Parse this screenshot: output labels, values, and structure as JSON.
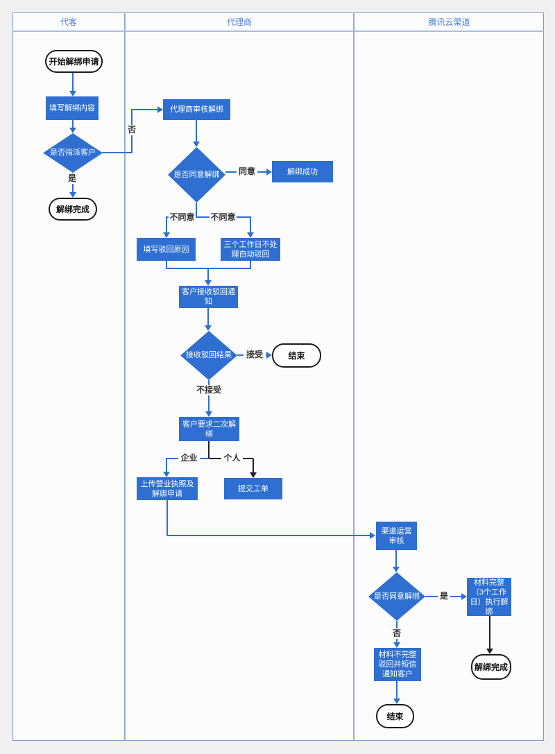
{
  "lanes": [
    {
      "label": "代客"
    },
    {
      "label": "代理商"
    },
    {
      "label": "腾讯云渠道"
    }
  ],
  "nodes": {
    "start": {
      "label": "开始解绑申请",
      "type": "terminator"
    },
    "fill_unbind": {
      "label": "填写解绑内容",
      "type": "process"
    },
    "assign_customer": {
      "label": "是否指派客户",
      "type": "decision"
    },
    "unbind_done1": {
      "label": "解绑完成",
      "type": "terminator"
    },
    "agent_review": {
      "label": "代理商审核解绑",
      "type": "process"
    },
    "agree_unbind1": {
      "label": "是否同意解绑",
      "type": "decision"
    },
    "unbind_success": {
      "label": "解绑成功",
      "type": "process"
    },
    "fill_reject": {
      "label": "填写驳回原因",
      "type": "process"
    },
    "auto_reject": {
      "label": "三个工作日不处理自动驳回",
      "type": "process"
    },
    "receive_notice": {
      "label": "客户接收驳回通知",
      "type": "process"
    },
    "receive_result": {
      "label": "接收驳回结果",
      "type": "decision"
    },
    "end1": {
      "label": "结束",
      "type": "terminator"
    },
    "second_unbind": {
      "label": "客户要求二次解绑",
      "type": "process"
    },
    "upload_license": {
      "label": "上传营业执照及解绑申请",
      "type": "process"
    },
    "submit_ticket": {
      "label": "提交工单",
      "type": "process"
    },
    "channel_review": {
      "label": "渠道运营审核",
      "type": "process"
    },
    "agree_unbind2": {
      "label": "是否同意解绑",
      "type": "decision"
    },
    "material_complete": {
      "label": "材料完整（3个工作日）执行解绑",
      "type": "process"
    },
    "material_incomplete": {
      "label": "材料不完整驳回并短信通知客户",
      "type": "process"
    },
    "unbind_done2": {
      "label": "解绑完成",
      "type": "terminator"
    },
    "end2": {
      "label": "结束",
      "type": "terminator"
    }
  },
  "edge_labels": {
    "no1": "否",
    "yes1": "是",
    "agree": "同意",
    "disagree_left": "不同意",
    "disagree_right": "不同意",
    "accept": "接受",
    "not_accept": "不接受",
    "enterprise": "企业",
    "personal": "个人",
    "yes2": "是",
    "no2": "否"
  },
  "colors": {
    "node_blue": "#2e6fd1",
    "line_blue": "#2e6fd1",
    "line_black": "#222222",
    "frame_border": "#7e9ace",
    "header_text": "#4b7ed9"
  }
}
